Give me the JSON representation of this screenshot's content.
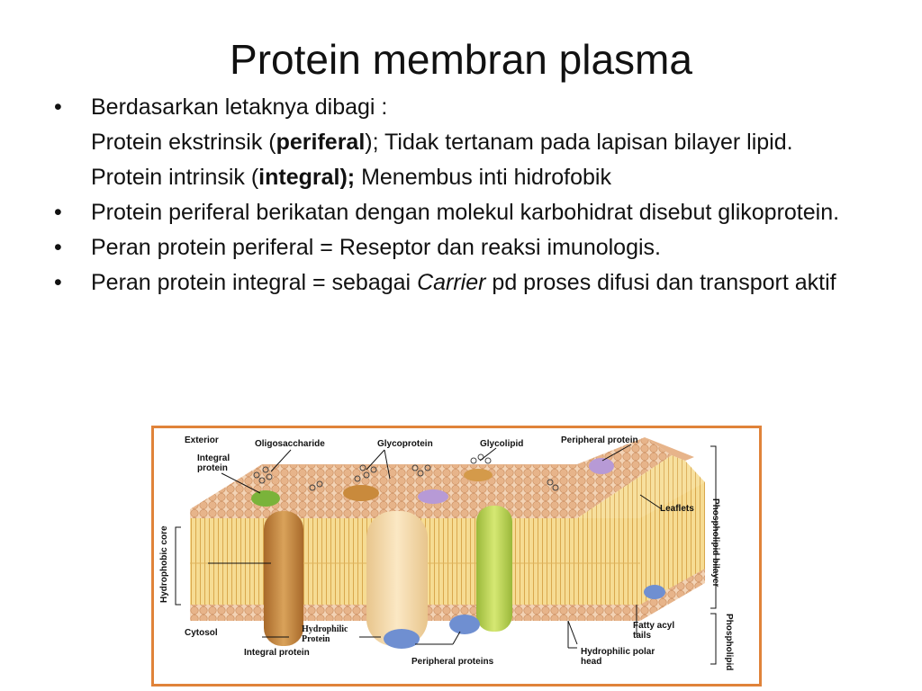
{
  "slide": {
    "title": "Protein membran plasma"
  },
  "bullets": {
    "b1": "Berdasarkan letaknya dibagi :",
    "s1_pre": "Protein ekstrinsik (",
    "s1_bold": "periferal",
    "s1_post": "); Tidak tertanam pada lapisan bilayer lipid.",
    "s2_pre": "Protein intrinsik (",
    "s2_bold": "integral);",
    "s2_post": " Menembus inti hidrofobik",
    "b2": "Protein periferal berikatan dengan molekul karbohidrat disebut  glikoprotein.",
    "b3": "Peran protein periferal = Reseptor dan reaksi imunologis.",
    "b4_pre": "Peran protein integral = sebagai ",
    "b4_italic": "Carrier",
    "b4_post": " pd proses difusi dan transport aktif",
    "bullet_symbol": "•"
  },
  "diagram": {
    "labels": {
      "exterior": "Exterior",
      "oligosaccharide": "Oligosaccharide",
      "glycoprotein": "Glycoprotein",
      "glycolipid": "Glycolipid",
      "peripheral_protein": "Peripheral protein",
      "integral_protein_top_1": "Integral",
      "integral_protein_top_2": "protein",
      "leaflets": "Leaflets",
      "phospholipid_bilayer": "Phospholipid bilayer",
      "hydrophobic_core": "Hydrophobic core",
      "cytosol": "Cytosol",
      "hydrophilic_protein_1": "Hydrophilic",
      "hydrophilic_protein_2": "Protein",
      "integral_protein_bottom": "Integral protein",
      "peripheral_proteins": "Peripheral proteins",
      "fatty_acyl_1": "Fatty acyl",
      "fatty_acyl_2": "tails",
      "hydrophilic_polar_1": "Hydrophilic polar",
      "hydrophilic_polar_2": "head",
      "phospholipid": "Phospholipid"
    },
    "colors": {
      "frame": "#e0833a",
      "head": "#e7b48a",
      "tail": "#f1cf7a",
      "integral_brown": "#c98a3c",
      "integral_pale": "#f4d9a4",
      "integral_green": "#b9d24b",
      "peripheral_purple": "#b79ad6",
      "peripheral_blue": "#6f8fd1",
      "protein_green": "#7ab33a"
    }
  }
}
